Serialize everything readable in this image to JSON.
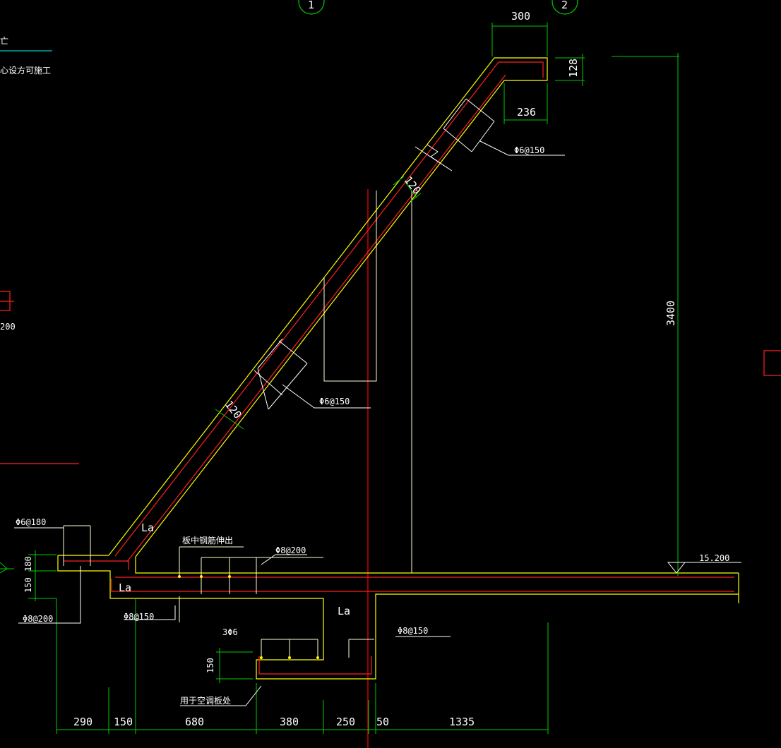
{
  "colors": {
    "background": "#000000",
    "outline": "#ffff00",
    "rebar": "#ff2020",
    "dimension": "#00cc00",
    "text": "#ffffff",
    "gridline": "#ff0000",
    "leader": "#00c8c8"
  },
  "axis_bubbles": {
    "left": "1",
    "right": "2"
  },
  "note_fragment": "心设方可施工",
  "left_fragments": {
    "f200": "200"
  },
  "dimensions": {
    "top_width": "300",
    "top_thickness": "128",
    "top_inner": "236",
    "slab_thick_upper": "120",
    "slab_thick_lower": "120",
    "height_total": "3400",
    "left_180": "180",
    "left_150": "150",
    "pit_150": "150",
    "bottom": [
      "290",
      "150",
      "680",
      "380",
      "250",
      "50",
      "1335"
    ]
  },
  "rebar_labels": {
    "upper": "Φ6@150",
    "middle": "Φ6@150",
    "left_top": "Φ6@180",
    "left_bottom": "Φ8@200",
    "slab_top": "Φ8@200",
    "slab_bottom": "Φ8@150",
    "pit_right": "Φ8@150",
    "pit_bars": "3Φ6"
  },
  "anchor_labels": {
    "la1": "La",
    "la2": "La",
    "la3": "La"
  },
  "notes": {
    "slab_rebar_extend": "板中钢筋伸出",
    "ac_board": "用于空调板处"
  },
  "elevation": "15.200"
}
